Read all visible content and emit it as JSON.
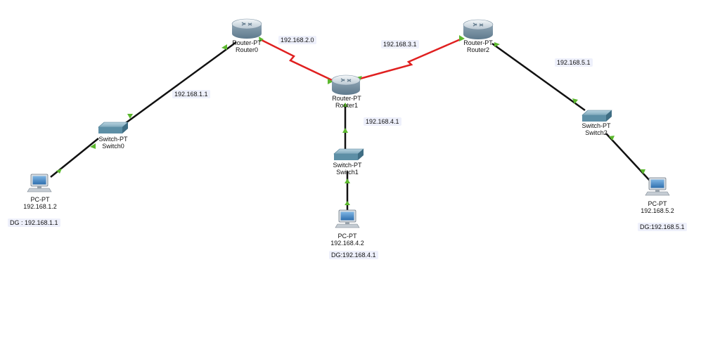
{
  "routers": [
    {
      "id": "router0",
      "type": "Router-PT",
      "name": "Router0"
    },
    {
      "id": "router1",
      "type": "Router-PT",
      "name": "Router1"
    },
    {
      "id": "router2",
      "type": "Router-PT",
      "name": "Router2"
    }
  ],
  "switches": [
    {
      "id": "switch0",
      "type": "Switch-PT",
      "name": "Switch0"
    },
    {
      "id": "switch1",
      "type": "Switch-PT",
      "name": "Switch1"
    },
    {
      "id": "switch2",
      "type": "Switch-PT",
      "name": "Switch2"
    }
  ],
  "pcs": [
    {
      "id": "pc0",
      "type": "PC-PT",
      "ip": "192.168.1.2",
      "dg": "DG : 192.168.1.1"
    },
    {
      "id": "pc1",
      "type": "PC-PT",
      "ip": "192.168.4.2",
      "dg": "DG:192.168.4.1"
    },
    {
      "id": "pc2",
      "type": "PC-PT",
      "ip": "192.168.5.2",
      "dg": "DG:192.168.5.1"
    }
  ],
  "links": [
    {
      "from": "router0",
      "to": "router1",
      "kind": "serial",
      "color": "#e02020"
    },
    {
      "from": "router1",
      "to": "router2",
      "kind": "serial",
      "color": "#e02020"
    },
    {
      "from": "router0",
      "to": "switch0",
      "kind": "copper",
      "color": "#111111"
    },
    {
      "from": "switch0",
      "to": "pc0",
      "kind": "copper",
      "color": "#111111"
    },
    {
      "from": "router1",
      "to": "switch1",
      "kind": "copper",
      "color": "#111111"
    },
    {
      "from": "switch1",
      "to": "pc1",
      "kind": "copper",
      "color": "#111111"
    },
    {
      "from": "router2",
      "to": "switch2",
      "kind": "copper",
      "color": "#111111"
    },
    {
      "from": "switch2",
      "to": "pc2",
      "kind": "copper",
      "color": "#111111"
    }
  ],
  "network_labels": {
    "net_2": "192.168.2.0",
    "net_3": "192.168.3.1",
    "net_1": "192.168.1.1",
    "net_4": "192.168.4.1",
    "net_5": "192.168.5.1"
  },
  "colors": {
    "link_up": "#5cb82e",
    "serial": "#e02020",
    "copper": "#111111",
    "router_body": "#9fb4c4",
    "switch_body": "#5d8fa6",
    "pc_screen": "#4a8fc9"
  }
}
